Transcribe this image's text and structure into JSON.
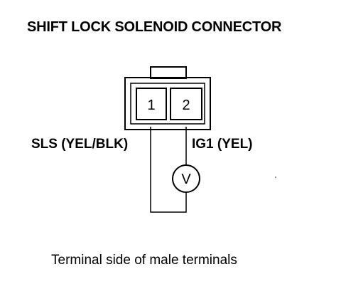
{
  "diagram": {
    "title": "SHIFT LOCK SOLENOID CONNECTOR",
    "terminal_1_label": "1",
    "terminal_2_label": "2",
    "left_wire_label": "SLS (YEL/BLK)",
    "right_wire_label": "IG1 (YEL)",
    "meter_symbol": "V",
    "caption": "Terminal side of male terminals"
  }
}
